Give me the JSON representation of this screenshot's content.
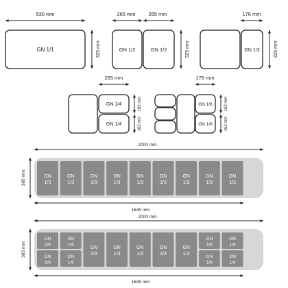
{
  "dimensions": {
    "width_530": "530 mm",
    "width_265": "265 mm",
    "width_176": "176 mm",
    "height_325": "325 mm",
    "height_162": "162 mm",
    "length_2000": "2000 mm",
    "length_1645": "1645 mm",
    "depth_385": "385 mm"
  },
  "pans": {
    "gn_1_1": "GN 1/1",
    "gn_1_2": "GN 1/2",
    "gn_1_3": "GN 1/3",
    "gn_1_4": "GN 1/4",
    "gn_1_6": "GN 1/6"
  },
  "counter": {
    "gn_label": "GN",
    "third_label": "1/3",
    "sixth_label": "1/6"
  },
  "colors": {
    "outline": "#222222",
    "counter_bg": "#d7d7d7",
    "counter_pan": "#8a8a8a",
    "counter_text": "#ffffff"
  }
}
